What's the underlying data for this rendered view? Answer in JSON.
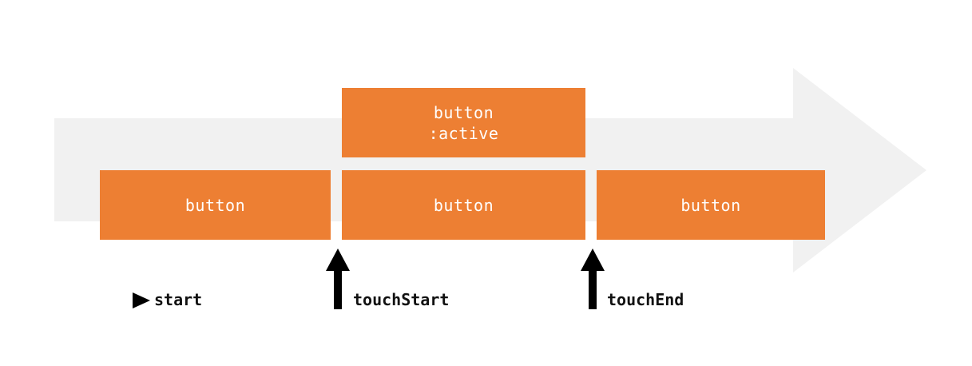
{
  "diagram": {
    "states": {
      "initial_label": "button",
      "pressed_label": "button",
      "active_line1": "button",
      "active_line2": ":active",
      "released_label": "button"
    },
    "events": {
      "start_label": "start",
      "touch_start_label": "touchStart",
      "touch_end_label": "touchEnd"
    },
    "colors": {
      "box": "#ed7f33",
      "timeline": "#f1f1f1",
      "event_arrow": "#000000"
    },
    "icons": {
      "start": "play-triangle-icon",
      "events": "up-arrow-icon"
    }
  }
}
